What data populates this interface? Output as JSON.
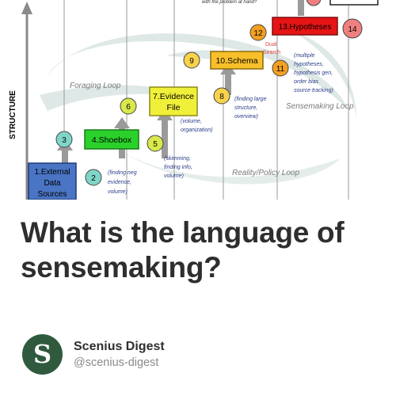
{
  "hero": {
    "axis_label": "STRUCTURE",
    "top_note": "with the problem at hand?",
    "boxes": {
      "external_data": "1.External Data Sources",
      "shoebox": "4.Shoebox",
      "evidence_file": "7.Evidence File",
      "schema": "10.Schema",
      "hypotheses": "13.Hypotheses"
    },
    "steps": [
      "2",
      "3",
      "5",
      "6",
      "8",
      "9",
      "11",
      "12",
      "14"
    ],
    "notes": {
      "finding_neg": "(finding neg evidence, volume)",
      "skimming": "(skimming, finding info, volume)",
      "volume_org": "(volume, organization)",
      "finding_large": "(finding large structure, overview)",
      "multiple_hyp": "(multiple hypotheses, hypothesis gen, order bias source tracking)",
      "dual_search": "Dual Search"
    },
    "loops": {
      "foraging": "Foraging Loop",
      "sensemaking": "Sensemaking Loop",
      "reality": "Reality/Policy Loop"
    }
  },
  "title": "What is the language of sensemaking?",
  "author": {
    "name": "Scenius Digest",
    "handle": "@scenius-digest",
    "avatar_glyph": "S"
  },
  "colors": {
    "avatar_bg": "#2f5a3e",
    "title_text": "#2e2e2e",
    "handle_text": "#8a8a8a"
  }
}
